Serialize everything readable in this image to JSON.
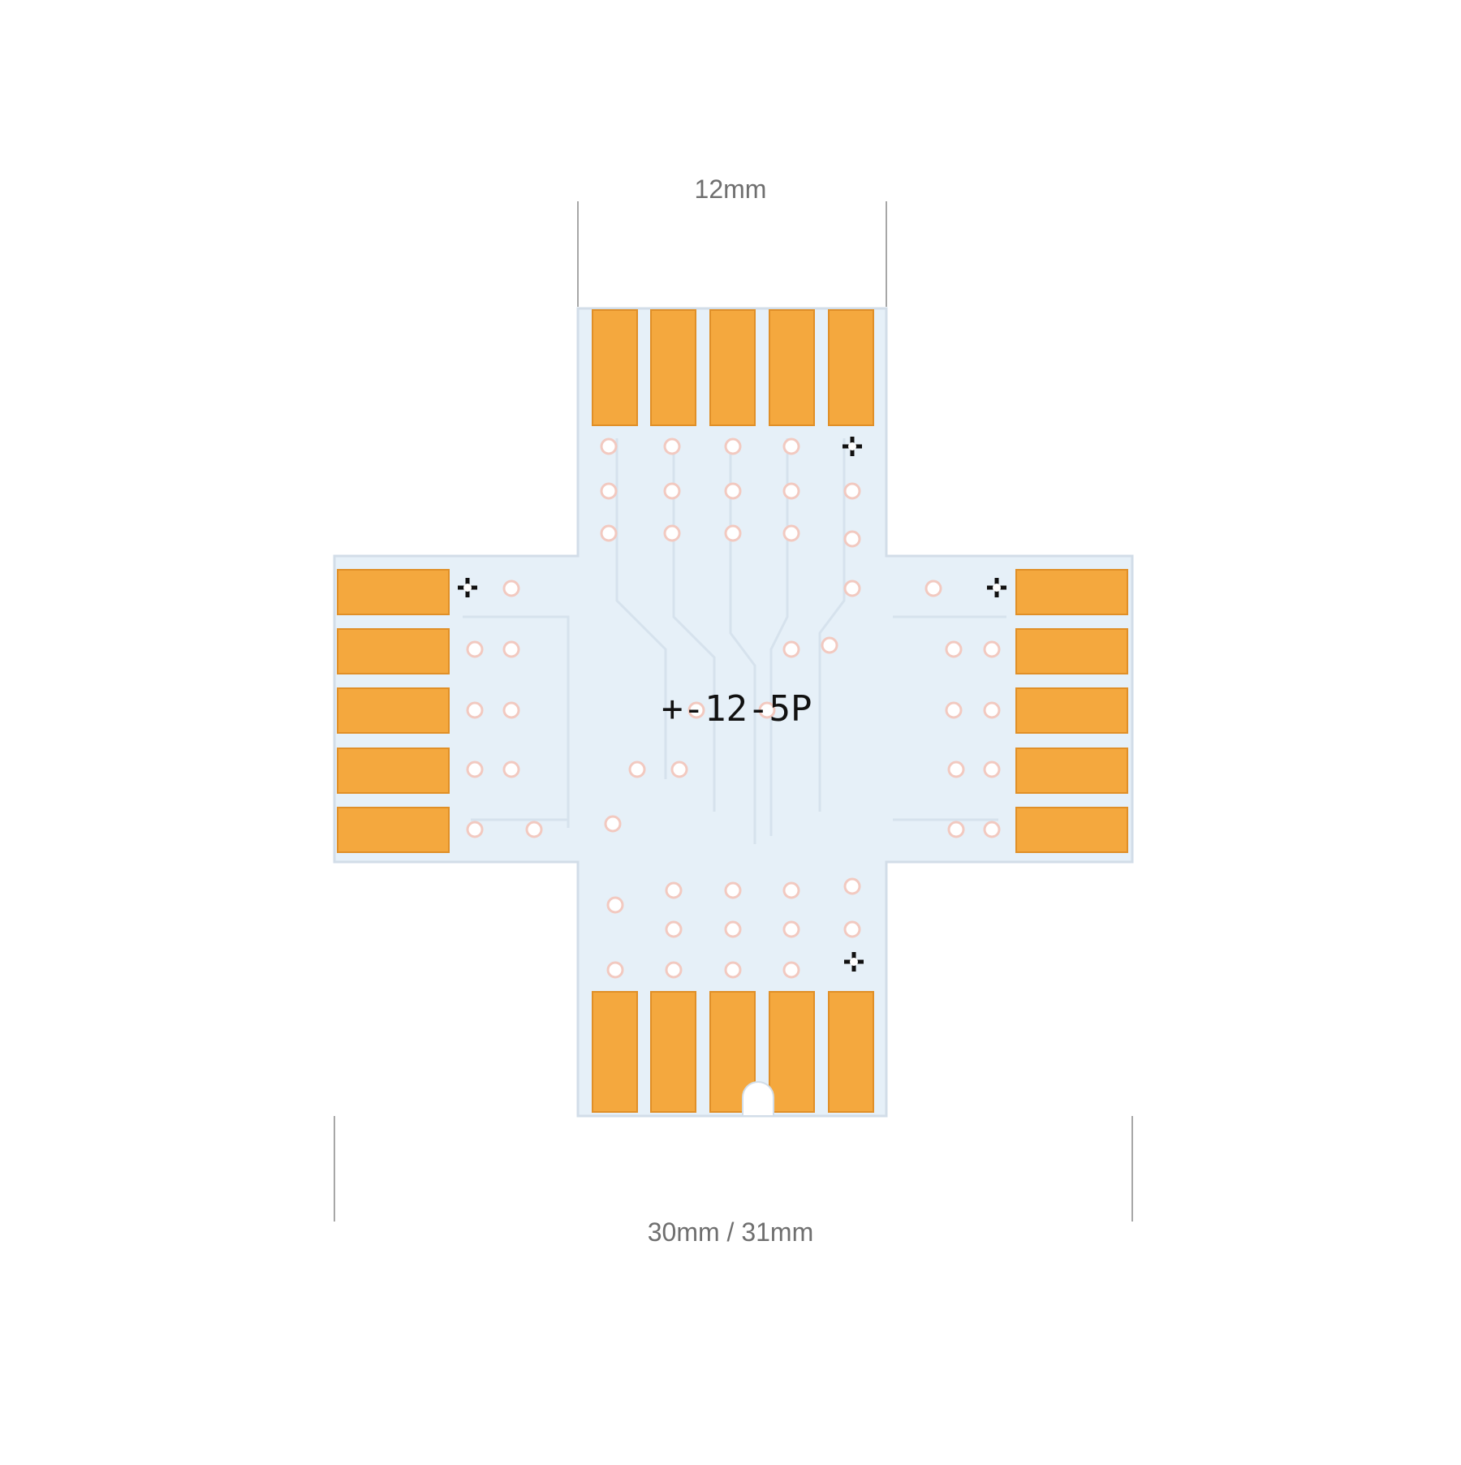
{
  "dimensions": {
    "top_label": "12mm",
    "bottom_label": "30mm / 31mm"
  },
  "board": {
    "marking": "+-12-5P",
    "pad_count_per_side": 5,
    "colors": {
      "board": "#e6f0f8",
      "board_edge": "#d2dde8",
      "pad": "#f4a83e",
      "pad_edge": "#e08f27",
      "hole_ring": "#f2c9c0",
      "hole": "#ffffff",
      "marking": "#111111",
      "dimension_line": "#8a8a8a",
      "dimension_text": "#6f6f6f"
    }
  }
}
